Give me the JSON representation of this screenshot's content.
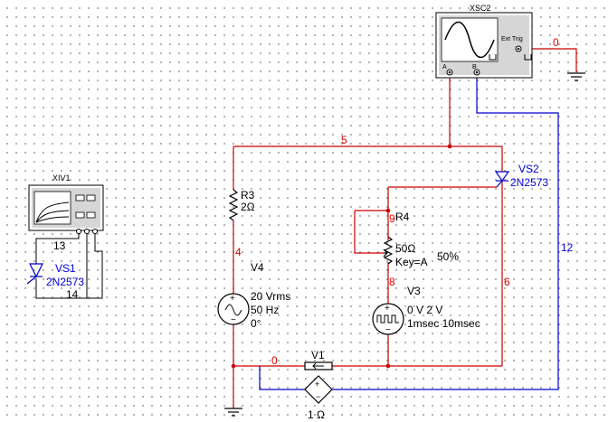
{
  "instruments": {
    "xsc2": {
      "ref": "XSC2",
      "ext_trig": "Ext Trig",
      "ch_a": "A",
      "ch_b": "B"
    },
    "xiv1": {
      "ref": "XIV1"
    }
  },
  "components": {
    "r3": {
      "ref": "R3",
      "value": "2Ω"
    },
    "r4": {
      "ref": "R4",
      "value": "50Ω",
      "key": "Key=A",
      "percent": "50%"
    },
    "v4": {
      "ref": "V4",
      "line1": "20 Vrms",
      "line2": "50 Hz",
      "line3": "0°"
    },
    "v3": {
      "ref": "V3",
      "line1": "0 V 2 V",
      "line2": "1msec 10msec"
    },
    "v1": {
      "ref": "V1",
      "value": "1 Ω"
    },
    "vs1": {
      "ref": "VS1",
      "part": "2N2573"
    },
    "vs2": {
      "ref": "VS2",
      "part": "2N2573"
    }
  },
  "nets": {
    "n0_trig": "0",
    "n0_bottom": "0",
    "n4": "4",
    "n5": "5",
    "n6": "6",
    "n8": "8",
    "n9": "9",
    "n12": "12",
    "n13": "13",
    "n14": "14"
  },
  "colors": {
    "wire_red": "#cc0000",
    "wire_blue": "#0000cc",
    "net_label": "#e00000",
    "part_label": "#0000dd"
  }
}
